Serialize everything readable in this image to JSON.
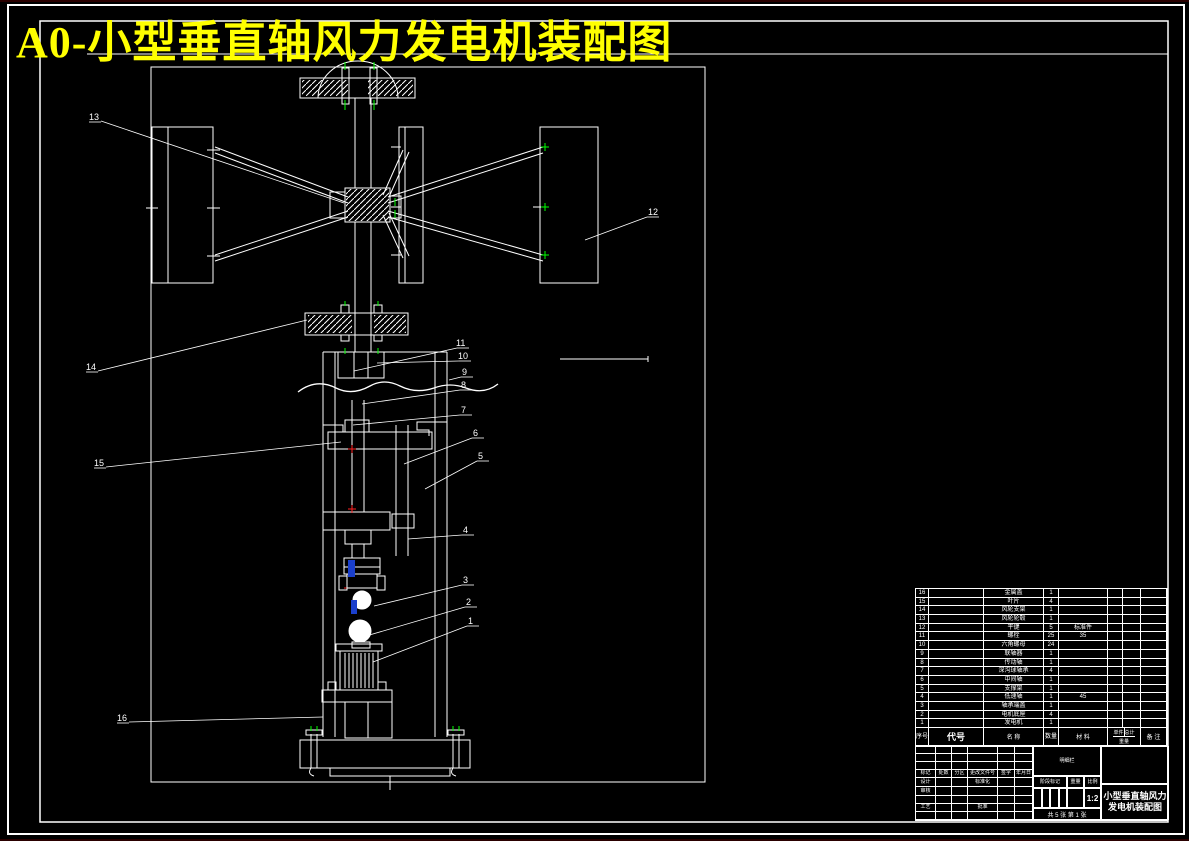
{
  "title": "A0-小型垂直轴风力发电机装配图",
  "colors": {
    "background": "#000000",
    "line": "#ffffff",
    "title": "#ffff00",
    "center_mark_green": "#00ff00",
    "center_mark_red": "#ff2222",
    "coupling_blue": "#1a3fcc"
  },
  "callouts": [
    "1",
    "2",
    "3",
    "4",
    "5",
    "6",
    "7",
    "8",
    "9",
    "10",
    "11",
    "12",
    "13",
    "14",
    "15",
    "16"
  ],
  "parts_table": {
    "headers": {
      "no": "序号",
      "code": "代号",
      "name": "名  称",
      "qty": "数量",
      "material": "材  料",
      "unit": "单件",
      "total": "总计",
      "weight": "重量",
      "note": "备  注"
    },
    "rows": [
      {
        "no": "16",
        "code": "",
        "name": "金属盖",
        "qty": "1",
        "material": "",
        "unit_wt": "",
        "total_wt": "",
        "note": ""
      },
      {
        "no": "15",
        "code": "",
        "name": "叶片",
        "qty": "4",
        "material": "",
        "unit_wt": "",
        "total_wt": "",
        "note": ""
      },
      {
        "no": "14",
        "code": "",
        "name": "风轮支架",
        "qty": "1",
        "material": "",
        "unit_wt": "",
        "total_wt": "",
        "note": ""
      },
      {
        "no": "13",
        "code": "",
        "name": "风轮轮毂",
        "qty": "1",
        "material": "",
        "unit_wt": "",
        "total_wt": "",
        "note": ""
      },
      {
        "no": "12",
        "code": "",
        "name": "平键",
        "qty": "5",
        "material": "标准件",
        "unit_wt": "",
        "total_wt": "",
        "note": ""
      },
      {
        "no": "11",
        "code": "",
        "name": "螺栓",
        "qty": "25",
        "material": "35",
        "unit_wt": "",
        "total_wt": "",
        "note": ""
      },
      {
        "no": "10",
        "code": "",
        "name": "六角螺母",
        "qty": "24",
        "material": "",
        "unit_wt": "",
        "total_wt": "",
        "note": ""
      },
      {
        "no": "9",
        "code": "",
        "name": "联轴器",
        "qty": "1",
        "material": "",
        "unit_wt": "",
        "total_wt": "",
        "note": ""
      },
      {
        "no": "8",
        "code": "",
        "name": "传动轴",
        "qty": "1",
        "material": "",
        "unit_wt": "",
        "total_wt": "",
        "note": ""
      },
      {
        "no": "7",
        "code": "",
        "name": "深沟球轴承",
        "qty": "4",
        "material": "",
        "unit_wt": "",
        "total_wt": "",
        "note": ""
      },
      {
        "no": "6",
        "code": "",
        "name": "中间轴",
        "qty": "1",
        "material": "",
        "unit_wt": "",
        "total_wt": "",
        "note": ""
      },
      {
        "no": "5",
        "code": "",
        "name": "支撑架",
        "qty": "1",
        "material": "",
        "unit_wt": "",
        "total_wt": "",
        "note": ""
      },
      {
        "no": "4",
        "code": "",
        "name": "低速轴",
        "qty": "1",
        "material": "45",
        "unit_wt": "",
        "total_wt": "",
        "note": ""
      },
      {
        "no": "3",
        "code": "",
        "name": "轴承端盖",
        "qty": "1",
        "material": "",
        "unit_wt": "",
        "total_wt": "",
        "note": ""
      },
      {
        "no": "2",
        "code": "",
        "name": "电机底座",
        "qty": "4",
        "material": "",
        "unit_wt": "",
        "total_wt": "",
        "note": ""
      },
      {
        "no": "1",
        "code": "",
        "name": "发电机",
        "qty": "1",
        "material": "",
        "unit_wt": "",
        "total_wt": "",
        "note": ""
      }
    ]
  },
  "title_block": {
    "labels": {
      "mark": "标记",
      "count": "处数",
      "zone": "分区",
      "change_doc": "更改文件号",
      "sign": "签字",
      "date": "年月日",
      "design": "设计",
      "standard": "标准化",
      "audit": "审核",
      "process": "工艺",
      "approve": "批准"
    },
    "unit_name": "明细栏",
    "stage_label": "阶段标记",
    "weight_label": "重量",
    "scale_label": "比例",
    "scale_value": "1:2",
    "sheet_info": "共 5 张 第 1 张",
    "drawing_name_line1": "小型垂直轴风力",
    "drawing_name_line2": "发电机装配图"
  }
}
